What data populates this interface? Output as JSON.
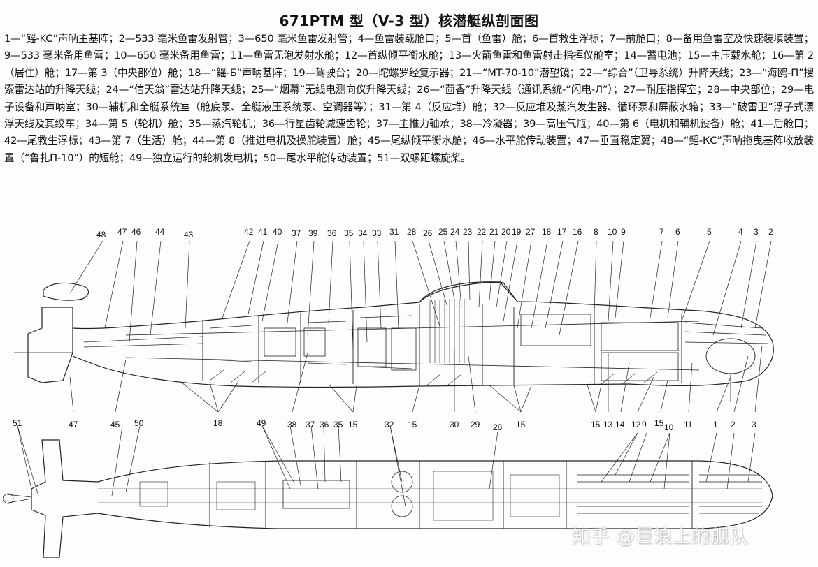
{
  "title": "671PTM 型（V-3 型）核潜艇纵剖面图",
  "legend_text": "1—“鳐-KC”声呐主基阵；2—533 毫米鱼雷发射管；3—650 毫米鱼雷发射管；4—鱼雷装载舱口；5—首（鱼雷）舱；6—首救生浮标；7—前舱口；8—备用鱼雷室及快速装填装置；9—533 毫米备用鱼雷；10—650 毫米备用鱼雷；11—鱼雷无泡发射水舱；12—首纵倾平衡水舱；13—火箭鱼雷和鱼雷射击指挥仪舱室；14—蓄电池；15—主压载水舱；16—第 2（居住）舱；17—第 3（中央部位）舱；18—“鳐-Б”声呐基阵；19—驾驶台；20—陀螺罗经复示器；21—“MT-70-10”潜望镜；22—“综合”（卫导系统）升降天线；23—“海鸥-П”搜索雷达站的升降天线；24—“信天翁”雷达站升降天线；25—“烟幕”无线电测向仪升降天线；26—“茴香”升降天线（通讯系统-“闪电-Л”）；27—耐压指挥室；28—中央部位；29—电子设备和声呐室；30—辅机和全艇系统室（舱底泵、全艇液压系统泵、空调器等）；31—第 4（反应堆）舱；32—反应堆及蒸汽发生器、循环泵和屏蔽水箱；33—“破雷卫”浮子式漂浮天线及其绞车；34—第 5（轮机）舱；35—蒸汽轮机；36—行星齿轮减速齿轮；37—主推力轴承；38—冷凝器；39—高压气瓶；40—第 6（电机和辅机设备）舱；41—后舱口；42—尾救生浮标；43—第 7（生活）舱；44—第 8（推进电机及操舵装置）舱；45—尾纵倾平衡水舱；46—水平舵传动装置；47—垂直稳定翼；48—“鳐-КС”声呐拖曳基阵收放装置（“鲁扎П-10”）的短舱；49—独立运行的轮机发电机；50—尾水平舵传动装置；51—双螺距螺旋桨。",
  "watermark": "知乎 @巨浪上的舰队",
  "top_labels": [
    "48",
    "47",
    "46",
    "44",
    "43",
    "42",
    "41",
    "40",
    "37",
    "39",
    "36",
    "35",
    "34",
    "33",
    "31",
    "28",
    "26",
    "25",
    "24",
    "23",
    "22",
    "21",
    "20",
    "19",
    "27",
    "18",
    "17",
    "16",
    "8",
    "10",
    "9",
    "7",
    "6",
    "5",
    "4",
    "3",
    "2"
  ],
  "mid_labels": [
    "47",
    "45",
    "18",
    "15",
    "38",
    "30",
    "29",
    "15",
    "15",
    "13",
    "14",
    "12",
    "9",
    "15",
    "11",
    "1",
    "2",
    "3"
  ],
  "lower_top_labels": [
    "51",
    "50",
    "49",
    "37",
    "36",
    "35",
    "32",
    "28",
    "12",
    "9",
    "10"
  ],
  "lower_right_labels": [
    "1",
    "2",
    "3"
  ]
}
